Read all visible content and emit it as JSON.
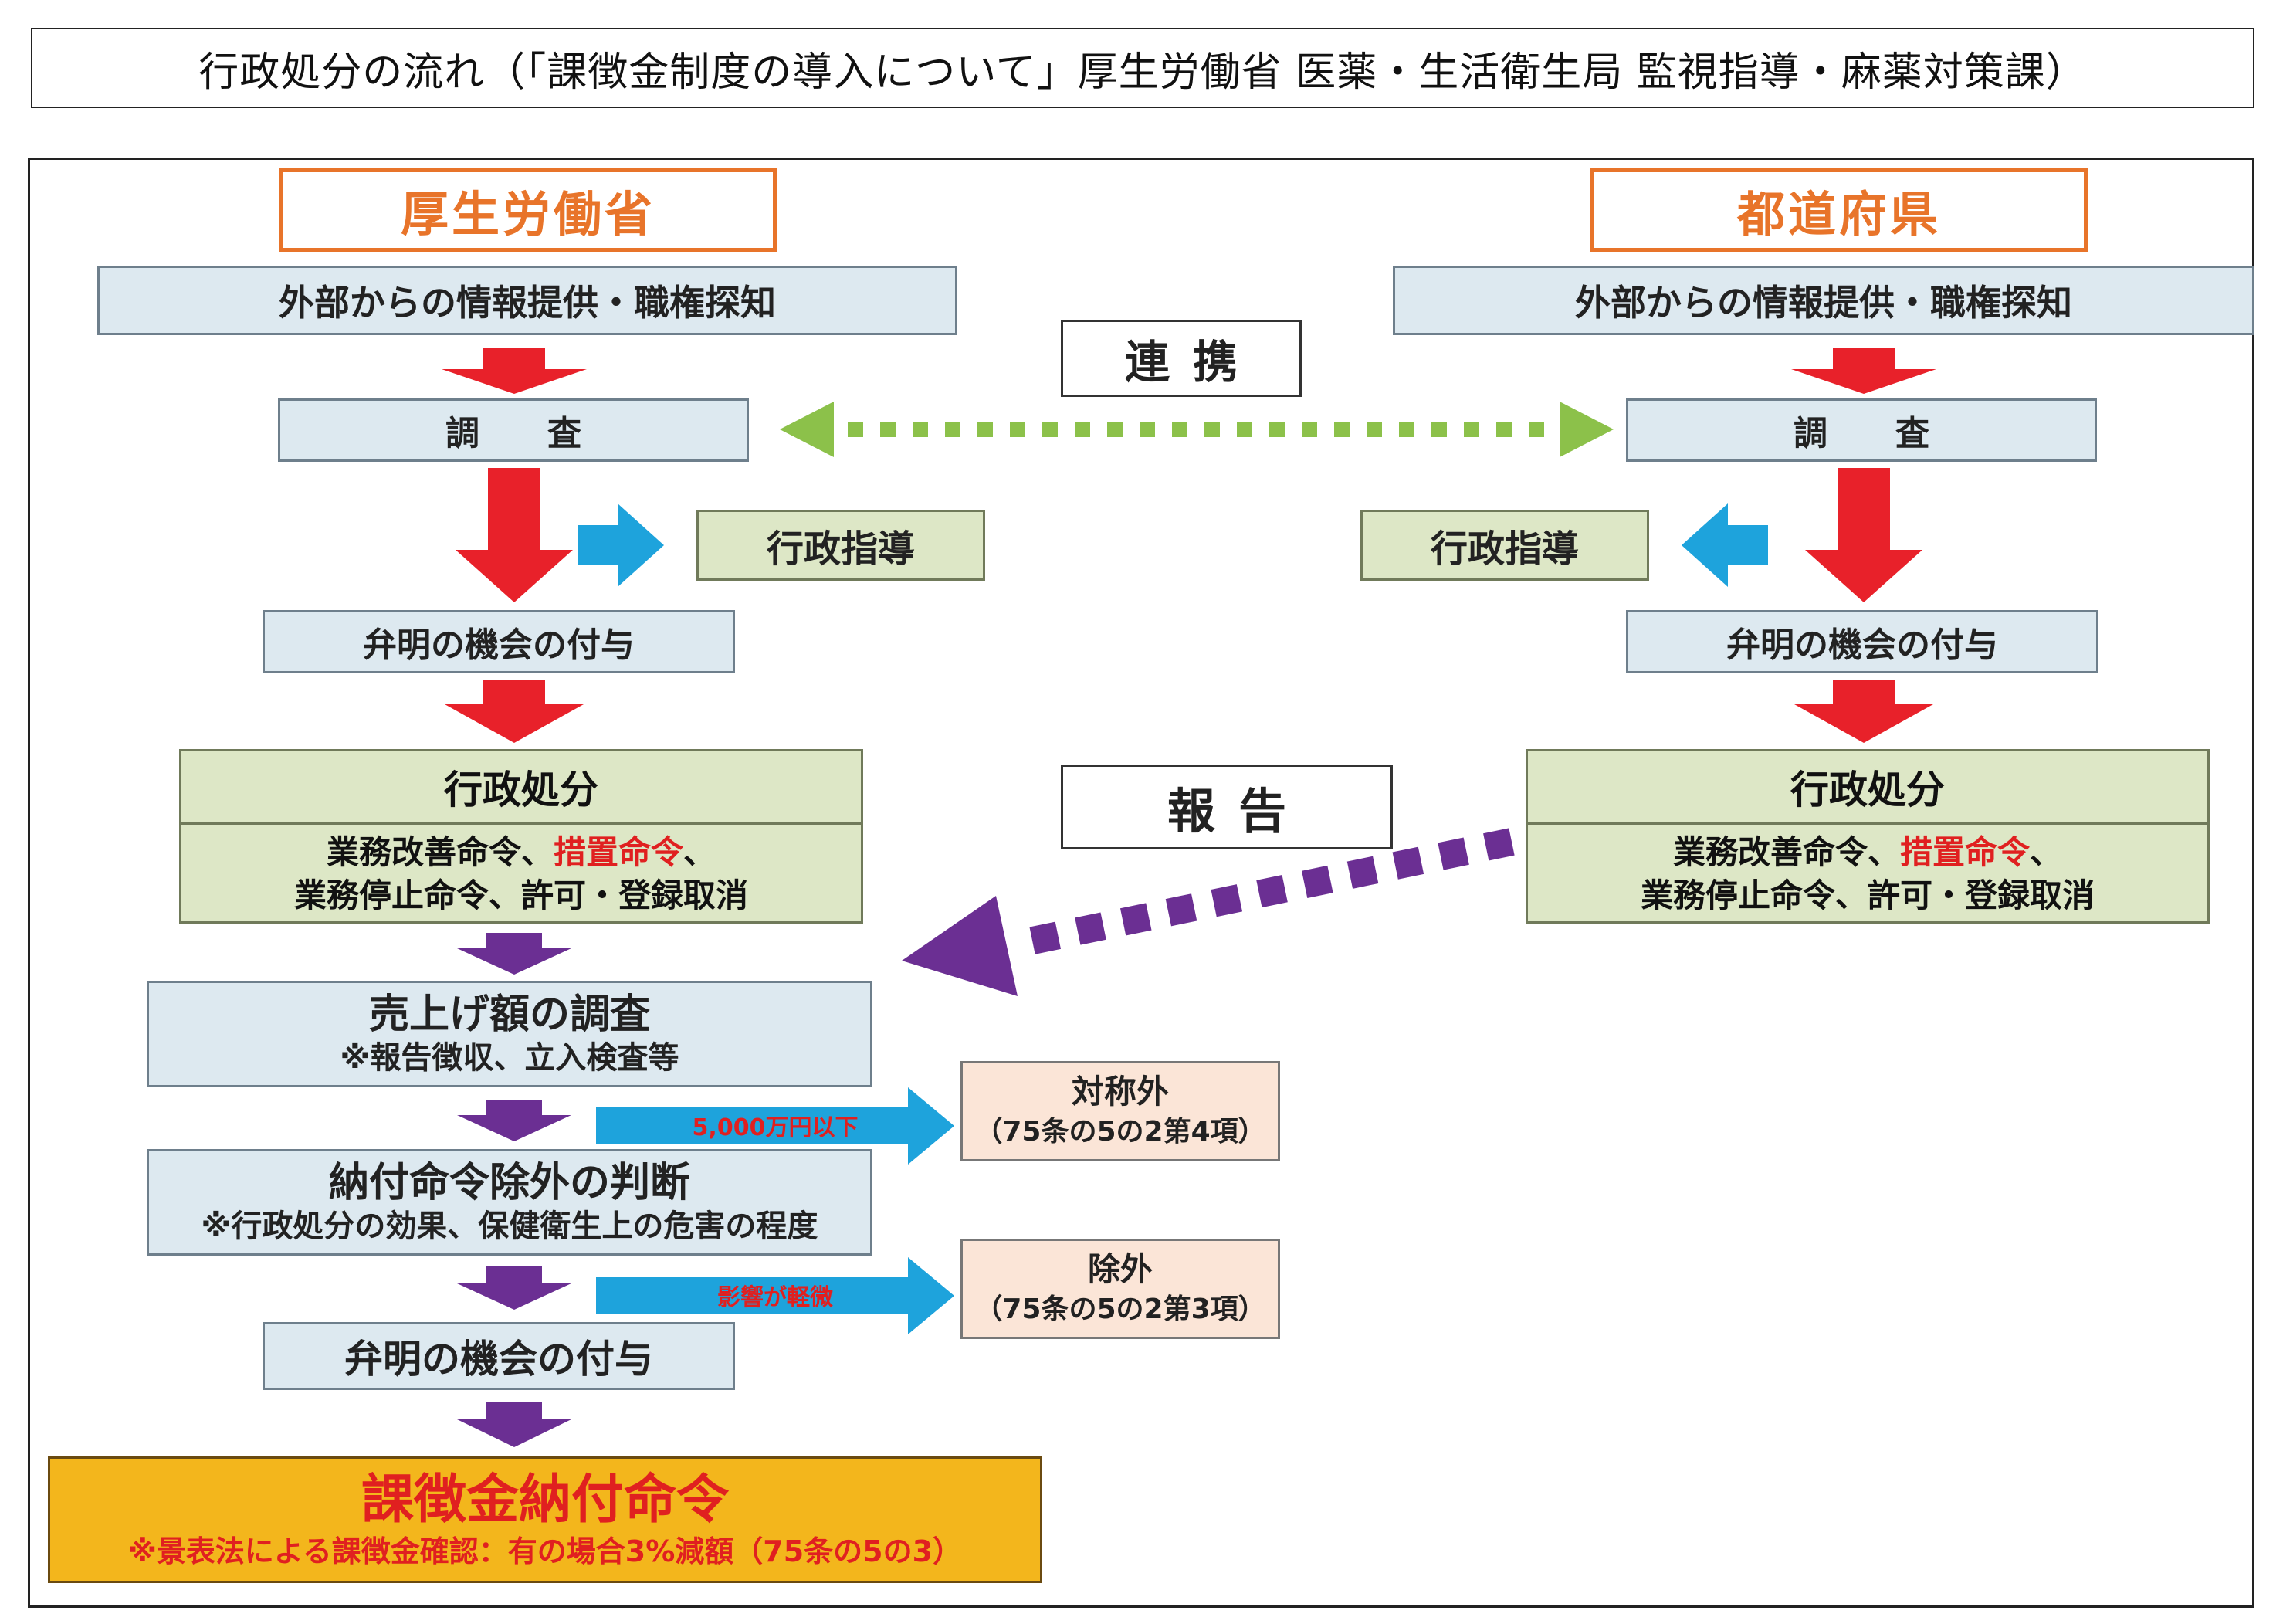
{
  "header_title": "行政処分の流れ（「課徴金制度の導入について」厚生労働省 医薬・生活衛生局 監視指導・麻薬対策課）",
  "left": {
    "org": "厚生労働省",
    "info": "外部からの情報提供・職権探知",
    "investigation": "調　　査",
    "guidance": "行政指導",
    "hearing": "弁明の機会の付与",
    "disposition_title": "行政処分",
    "disposition_line1_a": "業務改善命令、",
    "disposition_line1_b": "措置命令",
    "disposition_line1_c": "、",
    "disposition_line2": "業務停止命令、許可・登録取消"
  },
  "right": {
    "org": "都道府県",
    "info": "外部からの情報提供・職権探知",
    "investigation": "調　　査",
    "guidance": "行政指導",
    "hearing": "弁明の機会の付与",
    "disposition_title": "行政処分",
    "disposition_line1_a": "業務改善命令、",
    "disposition_line1_b": "措置命令",
    "disposition_line1_c": "、",
    "disposition_line2": "業務停止命令、許可・登録取消"
  },
  "cooperation": "連携",
  "report": "報告",
  "flow": {
    "sales_title": "売上げ額の調査",
    "sales_note": "※報告徴収、立入検査等",
    "judgement_title": "納付命令除外の判断",
    "judgement_note": "※行政処分の効果、保健衛生上の危害の程度",
    "hearing": "弁明の機会の付与",
    "final_title": "課徴金納付命令",
    "final_note": "※景表法による課徴金確認：有の場合3%減額（75条の5の3）"
  },
  "branches": {
    "threshold_label": "5,000万円以下",
    "out_of_scope_title": "対称外",
    "out_of_scope_ref": "（75条の5の2第4項）",
    "minor_label": "影響が軽微",
    "excluded_title": "除外",
    "excluded_ref": "（75条の5の2第3項）"
  },
  "colors": {
    "red_arrow": "#e8212a",
    "blue_arrow": "#1ea3dc",
    "purple_arrow": "#6b2f93",
    "green_dots": "#8cc14a",
    "org_border": "#e8742a",
    "final_fill": "#f3b61c",
    "final_text": "#e02020"
  }
}
